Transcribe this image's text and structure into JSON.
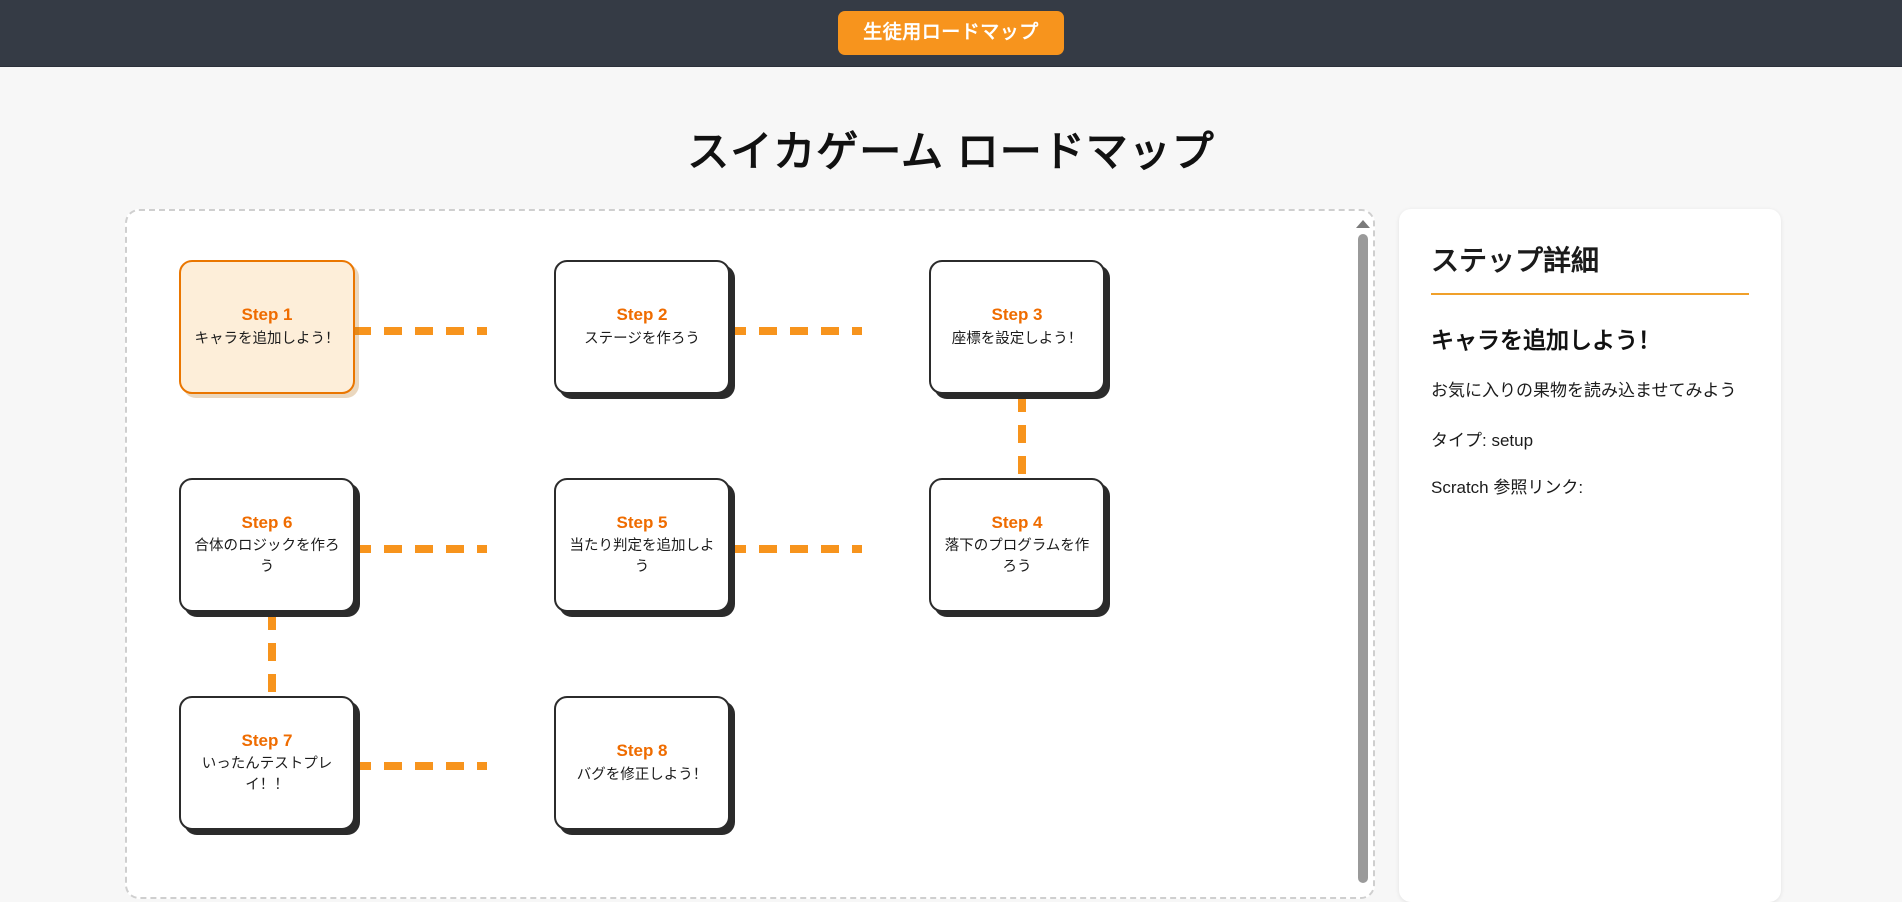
{
  "topbar": {
    "student_roadmap_label": "生徒用ロードマップ",
    "background_color": "#353b45",
    "button_color": "#f7941d"
  },
  "page": {
    "title": "スイカゲーム ロードマップ",
    "accent_color": "#f7941d",
    "background_color": "#f7f7f7"
  },
  "roadmap": {
    "selected_step_id": "step-1",
    "nodes": [
      {
        "id": "step-1",
        "label": "Step 1",
        "title": "キャラを追加しよう！",
        "selected": true
      },
      {
        "id": "step-2",
        "label": "Step 2",
        "title": "ステージを作ろう",
        "selected": false
      },
      {
        "id": "step-3",
        "label": "Step 3",
        "title": "座標を設定しよう！",
        "selected": false
      },
      {
        "id": "step-4",
        "label": "Step 4",
        "title": "落下のプログラムを作ろう",
        "selected": false
      },
      {
        "id": "step-5",
        "label": "Step 5",
        "title": "当たり判定を追加しよう",
        "selected": false
      },
      {
        "id": "step-6",
        "label": "Step 6",
        "title": "合体のロジックを作ろう",
        "selected": false
      },
      {
        "id": "step-7",
        "label": "Step 7",
        "title": "いったんテストプレイ！！",
        "selected": false
      },
      {
        "id": "step-8",
        "label": "Step 8",
        "title": "バグを修正しよう！",
        "selected": false
      }
    ]
  },
  "detail_panel": {
    "heading": "ステップ詳細",
    "step_title": "キャラを追加しよう！",
    "description": "お気に入りの果物を読み込ませてみよう",
    "type_row": "タイプ: setup",
    "reference_row": "Scratch 参照リンク:"
  }
}
